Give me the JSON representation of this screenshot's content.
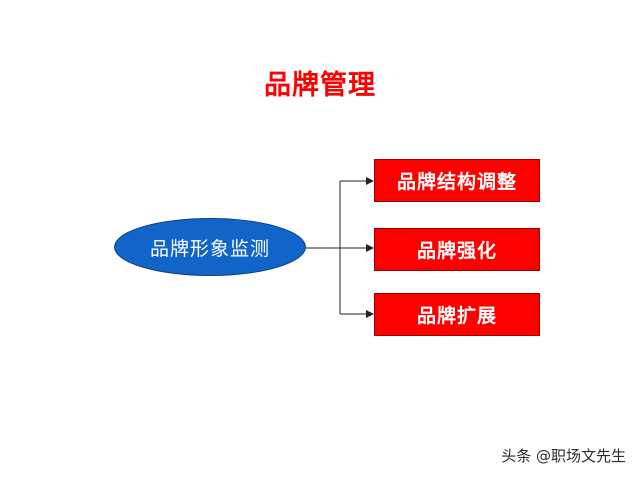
{
  "title": "品牌管理",
  "center_node": "品牌形象监测",
  "branches": [
    "品牌结构调整",
    "品牌强化",
    "品牌扩展"
  ],
  "watermark": "头条 @职场文先生",
  "colors": {
    "title": "#ff0000",
    "center_fill": "#1164c8",
    "branch_fill": "#ff0000",
    "connector": "#222222",
    "background": "#ffffff"
  }
}
